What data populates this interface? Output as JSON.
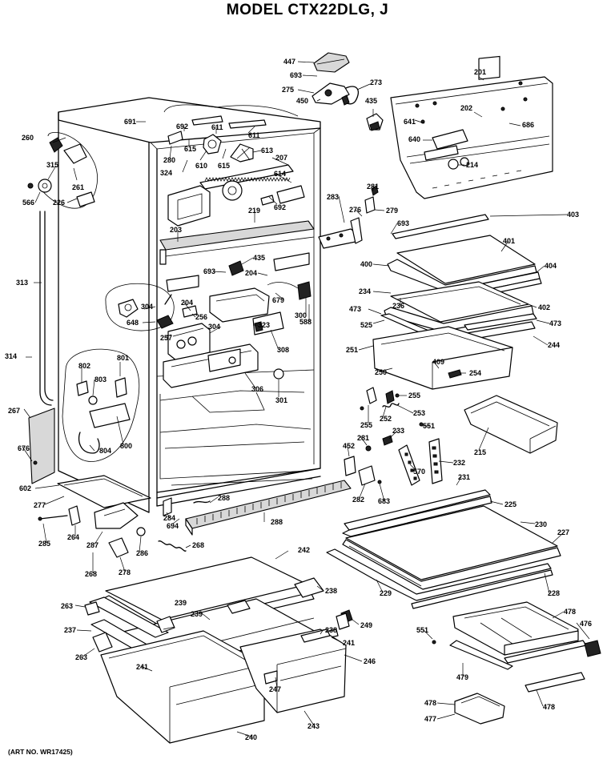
{
  "title": "MODEL CTX22DLG, J",
  "art_number": "(ART NO. WR17425)",
  "part_labels": [
    {
      "id": "p447",
      "text": "447"
    },
    {
      "id": "p693a",
      "text": "693"
    },
    {
      "id": "p273",
      "text": "273"
    },
    {
      "id": "p275",
      "text": "275"
    },
    {
      "id": "p450",
      "text": "450"
    },
    {
      "id": "p435a",
      "text": "435"
    },
    {
      "id": "p201",
      "text": "201"
    },
    {
      "id": "p202",
      "text": "202"
    },
    {
      "id": "p641",
      "text": "641"
    },
    {
      "id": "p686",
      "text": "686"
    },
    {
      "id": "p640",
      "text": "640"
    },
    {
      "id": "p214",
      "text": "214"
    },
    {
      "id": "p691",
      "text": "691"
    },
    {
      "id": "p692a",
      "text": "692"
    },
    {
      "id": "p611a",
      "text": "611"
    },
    {
      "id": "p611b",
      "text": "611"
    },
    {
      "id": "p615a",
      "text": "615"
    },
    {
      "id": "p613",
      "text": "613"
    },
    {
      "id": "p260",
      "text": "260"
    },
    {
      "id": "p280",
      "text": "280"
    },
    {
      "id": "p610",
      "text": "610"
    },
    {
      "id": "p615b",
      "text": "615"
    },
    {
      "id": "p207",
      "text": "207"
    },
    {
      "id": "p315",
      "text": "315"
    },
    {
      "id": "p324",
      "text": "324"
    },
    {
      "id": "p614",
      "text": "614"
    },
    {
      "id": "p261",
      "text": "261"
    },
    {
      "id": "p566",
      "text": "566"
    },
    {
      "id": "p226",
      "text": "226"
    },
    {
      "id": "p692b",
      "text": "692"
    },
    {
      "id": "p281a",
      "text": "281"
    },
    {
      "id": "p283",
      "text": "283"
    },
    {
      "id": "p276",
      "text": "276"
    },
    {
      "id": "p279",
      "text": "279"
    },
    {
      "id": "p219",
      "text": "219"
    },
    {
      "id": "p693b",
      "text": "693"
    },
    {
      "id": "p403",
      "text": "403"
    },
    {
      "id": "p203",
      "text": "203"
    },
    {
      "id": "p401",
      "text": "401"
    },
    {
      "id": "p313",
      "text": "313"
    },
    {
      "id": "p435b",
      "text": "435"
    },
    {
      "id": "p400",
      "text": "400"
    },
    {
      "id": "p404",
      "text": "404"
    },
    {
      "id": "p693c",
      "text": "693"
    },
    {
      "id": "p204a",
      "text": "204"
    },
    {
      "id": "p234",
      "text": "234"
    },
    {
      "id": "p679",
      "text": "679"
    },
    {
      "id": "p304a",
      "text": "304"
    },
    {
      "id": "p204b",
      "text": "204"
    },
    {
      "id": "p236",
      "text": "236"
    },
    {
      "id": "p402",
      "text": "402"
    },
    {
      "id": "p473a",
      "text": "473"
    },
    {
      "id": "p300",
      "text": "300"
    },
    {
      "id": "p648",
      "text": "648"
    },
    {
      "id": "p256",
      "text": "256"
    },
    {
      "id": "p525",
      "text": "525"
    },
    {
      "id": "p473b",
      "text": "473"
    },
    {
      "id": "p588",
      "text": "588"
    },
    {
      "id": "p323",
      "text": "323"
    },
    {
      "id": "p304b",
      "text": "304"
    },
    {
      "id": "p257",
      "text": "257"
    },
    {
      "id": "p308",
      "text": "308"
    },
    {
      "id": "p244",
      "text": "244"
    },
    {
      "id": "p314",
      "text": "314"
    },
    {
      "id": "p251",
      "text": "251"
    },
    {
      "id": "p801",
      "text": "801"
    },
    {
      "id": "p409",
      "text": "409"
    },
    {
      "id": "p802",
      "text": "802"
    },
    {
      "id": "p250",
      "text": "250"
    },
    {
      "id": "p254",
      "text": "254"
    },
    {
      "id": "p803",
      "text": "803"
    },
    {
      "id": "p306",
      "text": "306"
    },
    {
      "id": "p301",
      "text": "301"
    },
    {
      "id": "p255a",
      "text": "255"
    },
    {
      "id": "p255b",
      "text": "255"
    },
    {
      "id": "p252",
      "text": "252"
    },
    {
      "id": "p253",
      "text": "253"
    },
    {
      "id": "p267",
      "text": "267"
    },
    {
      "id": "p551a",
      "text": "551"
    },
    {
      "id": "p233",
      "text": "233"
    },
    {
      "id": "p800",
      "text": "800"
    },
    {
      "id": "p215",
      "text": "215"
    },
    {
      "id": "p281b",
      "text": "281"
    },
    {
      "id": "p804",
      "text": "804"
    },
    {
      "id": "p452",
      "text": "452"
    },
    {
      "id": "p676",
      "text": "676"
    },
    {
      "id": "p570",
      "text": "570"
    },
    {
      "id": "p232",
      "text": "232"
    },
    {
      "id": "p602",
      "text": "602"
    },
    {
      "id": "p231",
      "text": "231"
    },
    {
      "id": "p282",
      "text": "282"
    },
    {
      "id": "p683",
      "text": "683"
    },
    {
      "id": "p277",
      "text": "277"
    },
    {
      "id": "p288a",
      "text": "288"
    },
    {
      "id": "p225",
      "text": "225"
    },
    {
      "id": "p284",
      "text": "284"
    },
    {
      "id": "p694",
      "text": "694"
    },
    {
      "id": "p288b",
      "text": "288"
    },
    {
      "id": "p230",
      "text": "230"
    },
    {
      "id": "p285",
      "text": "285"
    },
    {
      "id": "p264",
      "text": "264"
    },
    {
      "id": "p227",
      "text": "227"
    },
    {
      "id": "p287",
      "text": "287"
    },
    {
      "id": "p286",
      "text": "286"
    },
    {
      "id": "p268a",
      "text": "268"
    },
    {
      "id": "p242",
      "text": "242"
    },
    {
      "id": "p268b",
      "text": "268"
    },
    {
      "id": "p278",
      "text": "278"
    },
    {
      "id": "p228",
      "text": "228"
    },
    {
      "id": "p238a",
      "text": "238"
    },
    {
      "id": "p229",
      "text": "229"
    },
    {
      "id": "p263a",
      "text": "263"
    },
    {
      "id": "p239a",
      "text": "239"
    },
    {
      "id": "p239b",
      "text": "239"
    },
    {
      "id": "p249",
      "text": "249"
    },
    {
      "id": "p478a",
      "text": "478"
    },
    {
      "id": "p237",
      "text": "237"
    },
    {
      "id": "p476",
      "text": "476"
    },
    {
      "id": "p551b",
      "text": "551"
    },
    {
      "id": "p238b",
      "text": "238"
    },
    {
      "id": "p263b",
      "text": "263"
    },
    {
      "id": "p241a",
      "text": "241"
    },
    {
      "id": "p246",
      "text": "246"
    },
    {
      "id": "p241b",
      "text": "241"
    },
    {
      "id": "p479",
      "text": "479"
    },
    {
      "id": "p247",
      "text": "247"
    },
    {
      "id": "p478b",
      "text": "478"
    },
    {
      "id": "p478c",
      "text": "478"
    },
    {
      "id": "p477",
      "text": "477"
    },
    {
      "id": "p243",
      "text": "243"
    },
    {
      "id": "p240",
      "text": "240"
    }
  ]
}
